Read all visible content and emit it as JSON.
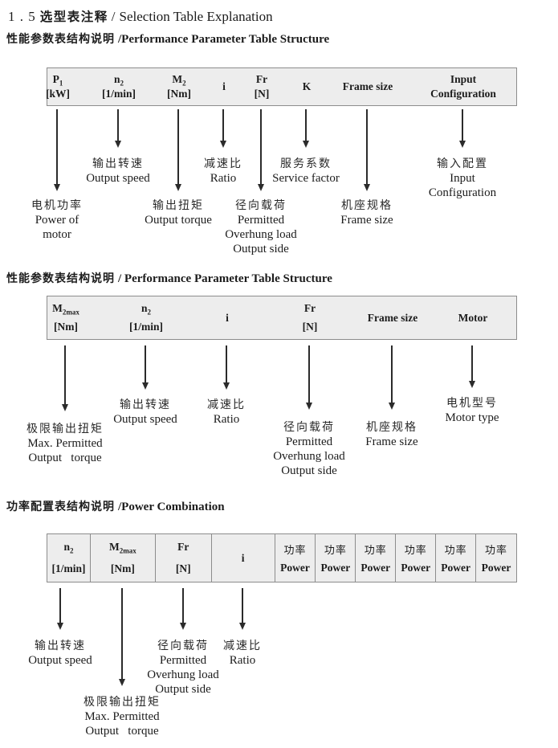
{
  "colors": {
    "paper": "#ffffff",
    "ink": "#1c1c1c",
    "fill": "#ededed",
    "line": "#8c8c8c"
  },
  "title": {
    "num": "1 . 5",
    "zh": "选型表注释",
    "sep": "/",
    "en": "Selection Table Explanation"
  },
  "sections": [
    {
      "heading": {
        "zh": "性能参数表结构说明",
        "en": "/Performance Parameter Table Structure"
      },
      "table": {
        "columns": [
          {
            "sym": "P",
            "sub": "1",
            "unit": "[kW]"
          },
          {
            "sym": "n",
            "sub": "2",
            "unit": "[1/min]"
          },
          {
            "sym": "M",
            "sub": "2",
            "unit": "[Nm]"
          },
          {
            "sym": "i"
          },
          {
            "sym": "Fr",
            "unit": "[N]"
          },
          {
            "sym": "K"
          },
          {
            "sym": "Frame size"
          },
          {
            "sym": "Input",
            "unit": "Configuration"
          }
        ]
      },
      "labels": [
        {
          "lines": [
            "电机功率",
            "Power of",
            "motor"
          ]
        },
        {
          "lines": [
            "输出转速",
            "Output speed"
          ]
        },
        {
          "lines": [
            "输出扭矩",
            "Output torque"
          ]
        },
        {
          "lines": [
            "减速比",
            "Ratio"
          ]
        },
        {
          "lines": [
            "径向载荷",
            "Permitted",
            "Overhung load",
            "Output side"
          ]
        },
        {
          "lines": [
            "服务系数",
            "Service factor"
          ]
        },
        {
          "lines": [
            "机座规格",
            "Frame size"
          ]
        },
        {
          "lines": [
            "输入配置",
            "Input",
            "Configuration"
          ]
        }
      ]
    },
    {
      "heading": {
        "zh": "性能参数表结构说明",
        "en": "/ Performance Parameter Table Structure"
      },
      "table": {
        "columns": [
          {
            "sym": "M",
            "sub": "2max",
            "unit": "[Nm]"
          },
          {
            "sym": "n",
            "sub": "2",
            "unit": "[1/min]"
          },
          {
            "sym": "i"
          },
          {
            "sym": "Fr",
            "unit": "[N]"
          },
          {
            "sym": "Frame size"
          },
          {
            "sym": "Motor"
          }
        ]
      },
      "labels": [
        {
          "lines": [
            "极限输出扭矩",
            "Max. Permitted",
            "Output   torque"
          ]
        },
        {
          "lines": [
            "输出转速",
            "Output speed"
          ]
        },
        {
          "lines": [
            "减速比",
            "Ratio"
          ]
        },
        {
          "lines": [
            "径向载荷",
            "Permitted",
            "Overhung load",
            "Output side"
          ]
        },
        {
          "lines": [
            "机座规格",
            "Frame size"
          ]
        },
        {
          "lines": [
            "电机型号",
            "Motor type"
          ]
        }
      ]
    },
    {
      "heading": {
        "zh": "功率配置表结构说明",
        "en": "/Power Combination"
      },
      "table": {
        "columns": [
          {
            "sym": "n",
            "sub": "2",
            "unit": "[1/min]"
          },
          {
            "sym": "M",
            "sub": "2max",
            "unit": "[Nm]"
          },
          {
            "sym": "Fr",
            "unit": "[N]"
          },
          {
            "sym": "i"
          },
          {
            "zh": "功率",
            "en": "Power"
          },
          {
            "zh": "功率",
            "en": "Power"
          },
          {
            "zh": "功率",
            "en": "Power"
          },
          {
            "zh": "功率",
            "en": "Power"
          },
          {
            "zh": "功率",
            "en": "Power"
          },
          {
            "zh": "功率",
            "en": "Power"
          }
        ]
      },
      "labels": [
        {
          "lines": [
            "输出转速",
            "Output speed"
          ]
        },
        {
          "lines": [
            "极限输出扭矩",
            "Max. Permitted",
            "Output   torque"
          ]
        },
        {
          "lines": [
            "径向载荷",
            "Permitted",
            "Overhung load",
            "Output side"
          ]
        },
        {
          "lines": [
            "减速比",
            "Ratio"
          ]
        }
      ]
    }
  ]
}
